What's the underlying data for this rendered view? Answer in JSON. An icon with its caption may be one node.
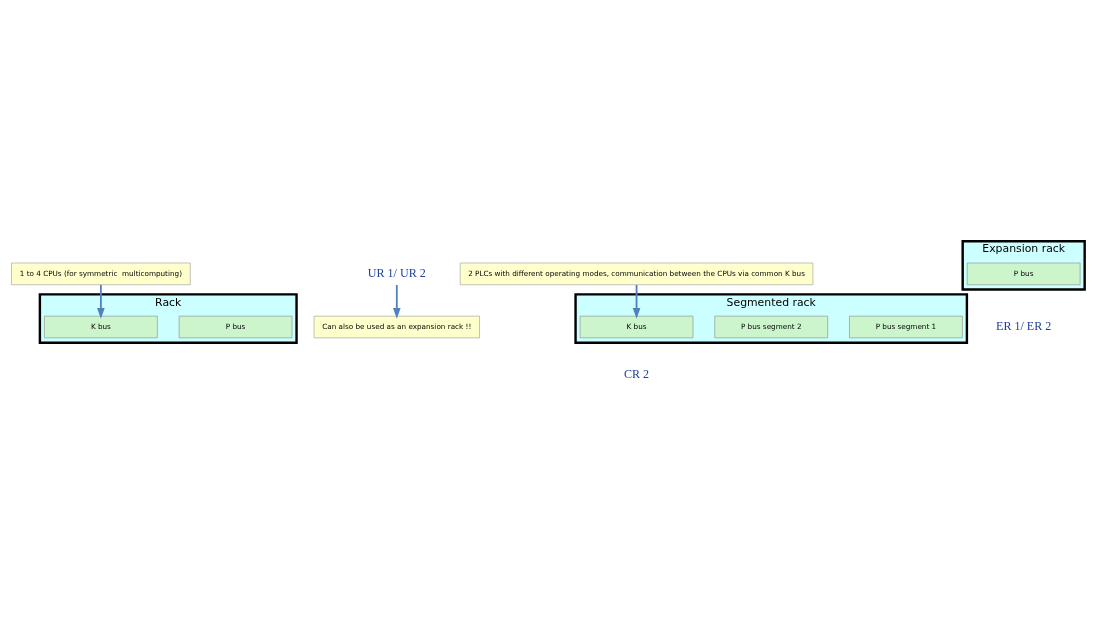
{
  "diagram": {
    "nodes": [
      {
        "text": [
          "Rack"
        ]
      },
      {
        "text": [
          "P bus"
        ],
        "in": 0
      },
      {
        "text": [
          "K bus"
        ],
        "in": 0
      },
      {
        "text": [
          "UR 1/ UR 2"
        ]
      },
      {
        "text": [
          "Can also be used as an expansion rack !!"
        ]
      },
      {
        "text": [
          "1 to 4 CPUs (for symmetric  multicomputing)"
        ]
      },
      {
        "text": [
          "Segmented rack"
        ],
        "beside": [
          "CR 2"
        ]
      },
      {
        "text": [
          "P bus segment 1"
        ],
        "in": 6
      },
      {
        "text": [
          "P bus segment 2"
        ],
        "in": 6
      },
      {
        "text": [
          "K bus"
        ],
        "in": 6
      },
      {
        "text": [
          "2 PLCs with different operating modes, communication between the CPUs via common K bus"
        ]
      },
      {
        "text": [
          "Expansion rack"
        ],
        "beside": [
          "ER 1/ ER 2"
        ]
      },
      {
        "text": [
          "P bus"
        ],
        "in": 11
      }
    ],
    "edges": [
      {
        "from": 3,
        "to": 4,
        "arrow": "to"
      },
      {
        "from": 5,
        "to": 2,
        "arrow": "to"
      },
      {
        "from": 10,
        "to": 9,
        "arrow": "to"
      }
    ]
  }
}
